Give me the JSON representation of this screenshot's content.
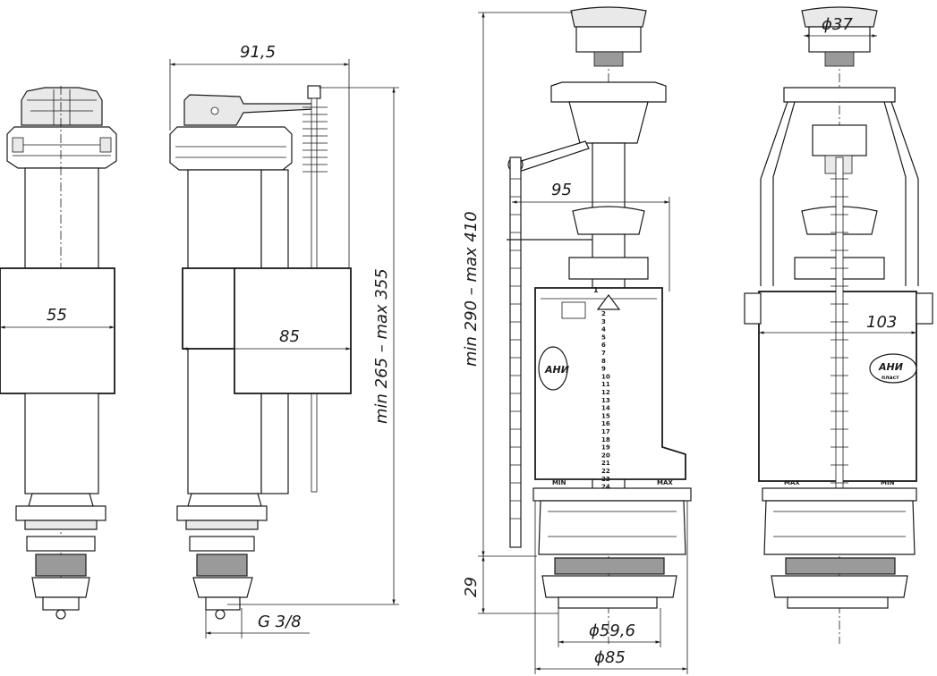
{
  "dimensions": {
    "fill_width_top": "91,5",
    "fill_float_width": "55",
    "fill_float_depth": "85",
    "fill_height_range": "min 265 – max 355",
    "fill_thread": "G 3/8",
    "flush_height_range": "min 290 – max 410",
    "flush_lever_reach": "95",
    "flush_base_height": "29",
    "flush_nut_diameter": "ϕ59,6",
    "flush_base_diameter": "ϕ85",
    "flush_button_diameter": "ϕ37",
    "flush_tank_width": "103"
  },
  "labels": {
    "min_left": "MIN",
    "max_left": "MAX",
    "max_right": "MAX",
    "min_right": "MIN",
    "brand_left": "АНИ",
    "brand_right": "АНИ",
    "brand_sub": "пласт"
  },
  "scale_numbers": [
    "1",
    "2",
    "3",
    "4",
    "5",
    "6",
    "7",
    "8",
    "9",
    "10",
    "11",
    "12",
    "13",
    "14",
    "15",
    "16",
    "17",
    "18",
    "19",
    "20",
    "21",
    "22",
    "23",
    "24"
  ]
}
